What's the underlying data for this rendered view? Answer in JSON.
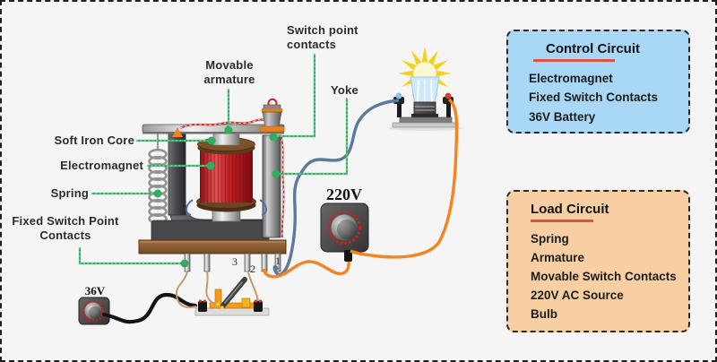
{
  "scene": {
    "component_labels": {
      "switch_point_contacts": "Switch point\ncontacts",
      "movable_armature": "Movable\narmature",
      "yoke": "Yoke",
      "soft_iron_core": "Soft Iron Core",
      "electromagnet": "Electromagnet",
      "spring": "Spring",
      "fixed_switch_point_contacts": "Fixed Switch Point\nContacts"
    },
    "values": {
      "load_source": "220V",
      "control_source": "36V"
    },
    "pins": {
      "pin_3": "3",
      "pin_2": "2",
      "pin_1": "1"
    },
    "control_circuit": {
      "title": "Control Circuit",
      "items": [
        "Electromagnet",
        "Fixed Switch Contacts",
        "36V Battery"
      ]
    },
    "load_circuit": {
      "title": "Load Circuit",
      "items": [
        "Spring",
        "Armature",
        "Movable Switch Contacts",
        "220V AC Source",
        "Bulb"
      ]
    },
    "colors": {
      "label_line_green": "#2fae60",
      "control_box_fill": "#a9d8f6",
      "load_box_fill": "#f8cfa2",
      "title_underline_red": "#e25044",
      "coil_red": "#c9252b",
      "relay_base_brown": "#8a5a34",
      "wire_orange": "#f5831f",
      "wire_blue": "#5b7a9d",
      "wire_black": "#141414"
    }
  }
}
